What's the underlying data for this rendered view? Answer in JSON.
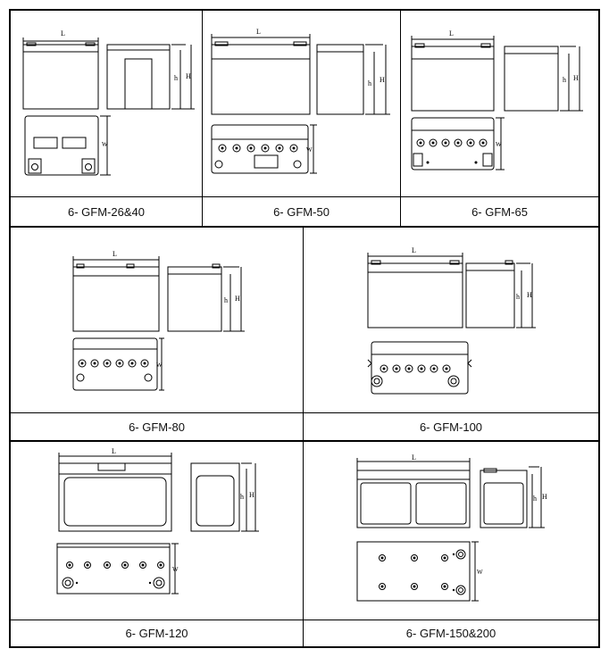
{
  "labels": {
    "length": "L",
    "height_inner": "h",
    "height_total": "H",
    "width": "W"
  },
  "panels": [
    {
      "id": "gfm-26-40",
      "caption": "6- GFM-26&40"
    },
    {
      "id": "gfm-50",
      "caption": "6- GFM-50"
    },
    {
      "id": "gfm-65",
      "caption": "6- GFM-65"
    },
    {
      "id": "gfm-80",
      "caption": "6- GFM-80"
    },
    {
      "id": "gfm-100",
      "caption": "6- GFM-100"
    },
    {
      "id": "gfm-120",
      "caption": "6- GFM-120"
    },
    {
      "id": "gfm-150-200",
      "caption": "6- GFM-150&200"
    }
  ]
}
